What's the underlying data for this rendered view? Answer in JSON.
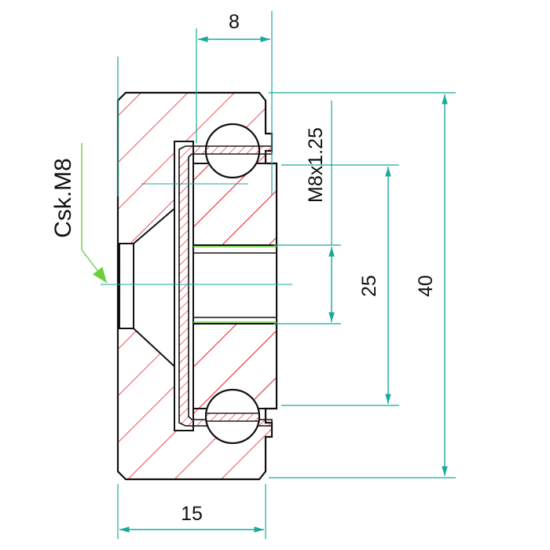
{
  "colors": {
    "outline": "#111111",
    "hatch": "#e8222c",
    "dimension": "#1aa89c",
    "leader": "#6ccf3c",
    "centerline": "#1aa89c"
  },
  "dimensions": {
    "width_top": "8",
    "width_bottom": "15",
    "height_outer": "40",
    "height_inner": "25",
    "thread": "M8x1.25",
    "countersink": "Csk.M8"
  }
}
